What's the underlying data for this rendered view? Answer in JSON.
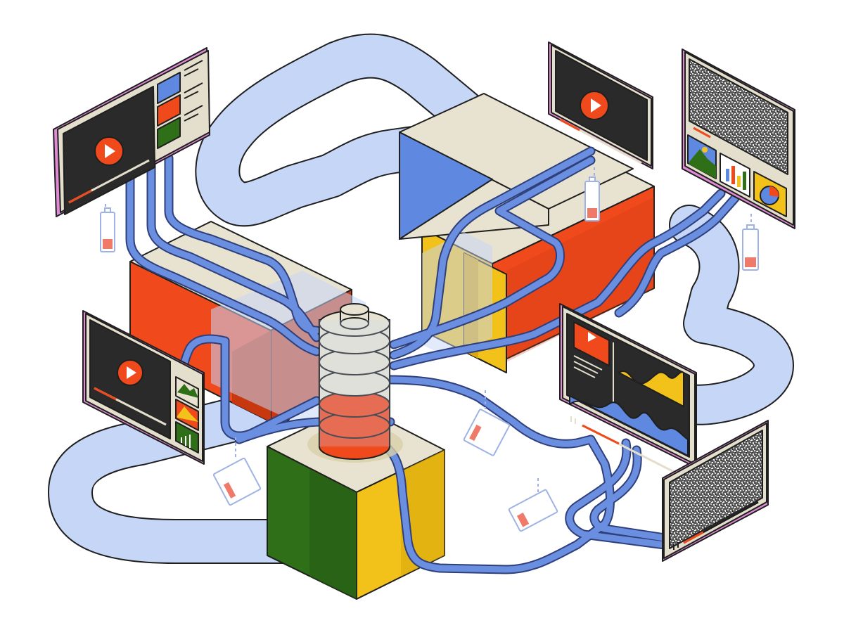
{
  "illustration": {
    "style": "isometric",
    "palette": {
      "outline": "#1f1f1f",
      "track": "#c6d6f7",
      "cable": "#6b8fe0",
      "cable_edge": "#2f3f7a",
      "beige": "#e8e3d0",
      "beige_dark": "#d4ceb6",
      "red": "#f04a1c",
      "red_dark": "#c8380f",
      "yellow": "#f2c21a",
      "yellow_dark": "#d9a80e",
      "green": "#2f6f18",
      "green_dark": "#245812",
      "blue": "#5f88e0",
      "screen_dark": "#2a2a2a",
      "bezel": "#e4dfcc",
      "bezel_pink": "#e08ad6",
      "battery_low": "#f07a6a",
      "battery_outline": "#9fb2e6"
    },
    "central_element": {
      "icon": "battery-icon",
      "charge_fraction": 0.4,
      "cells": 5,
      "filled_cells": 2
    },
    "devices": [
      {
        "id": "monitor-top-left",
        "content": "video-player-with-playlist",
        "icon": "play-icon"
      },
      {
        "id": "monitor-mid-left",
        "content": "video-player-with-sidebar",
        "icon": "play-icon"
      },
      {
        "id": "monitor-top-center-right",
        "content": "video-player",
        "icon": "play-icon"
      },
      {
        "id": "monitor-top-right",
        "content": "static-noise-with-charts",
        "icon": "bar-chart-icon"
      },
      {
        "id": "monitor-right",
        "content": "video-and-analytics-dashboard",
        "icon": "area-chart-icon"
      },
      {
        "id": "monitor-bottom-right",
        "content": "static-noise-video",
        "icon": "pause-icon"
      }
    ],
    "low_battery_indicators": [
      {
        "id": "battery-top-left",
        "charge_fraction": 0.2
      },
      {
        "id": "battery-left",
        "charge_fraction": 0.2
      },
      {
        "id": "battery-top-center",
        "charge_fraction": 0.2
      },
      {
        "id": "battery-top-right",
        "charge_fraction": 0.2
      },
      {
        "id": "battery-center",
        "charge_fraction": 0.2
      },
      {
        "id": "battery-bottom",
        "charge_fraction": 0.2
      }
    ]
  }
}
